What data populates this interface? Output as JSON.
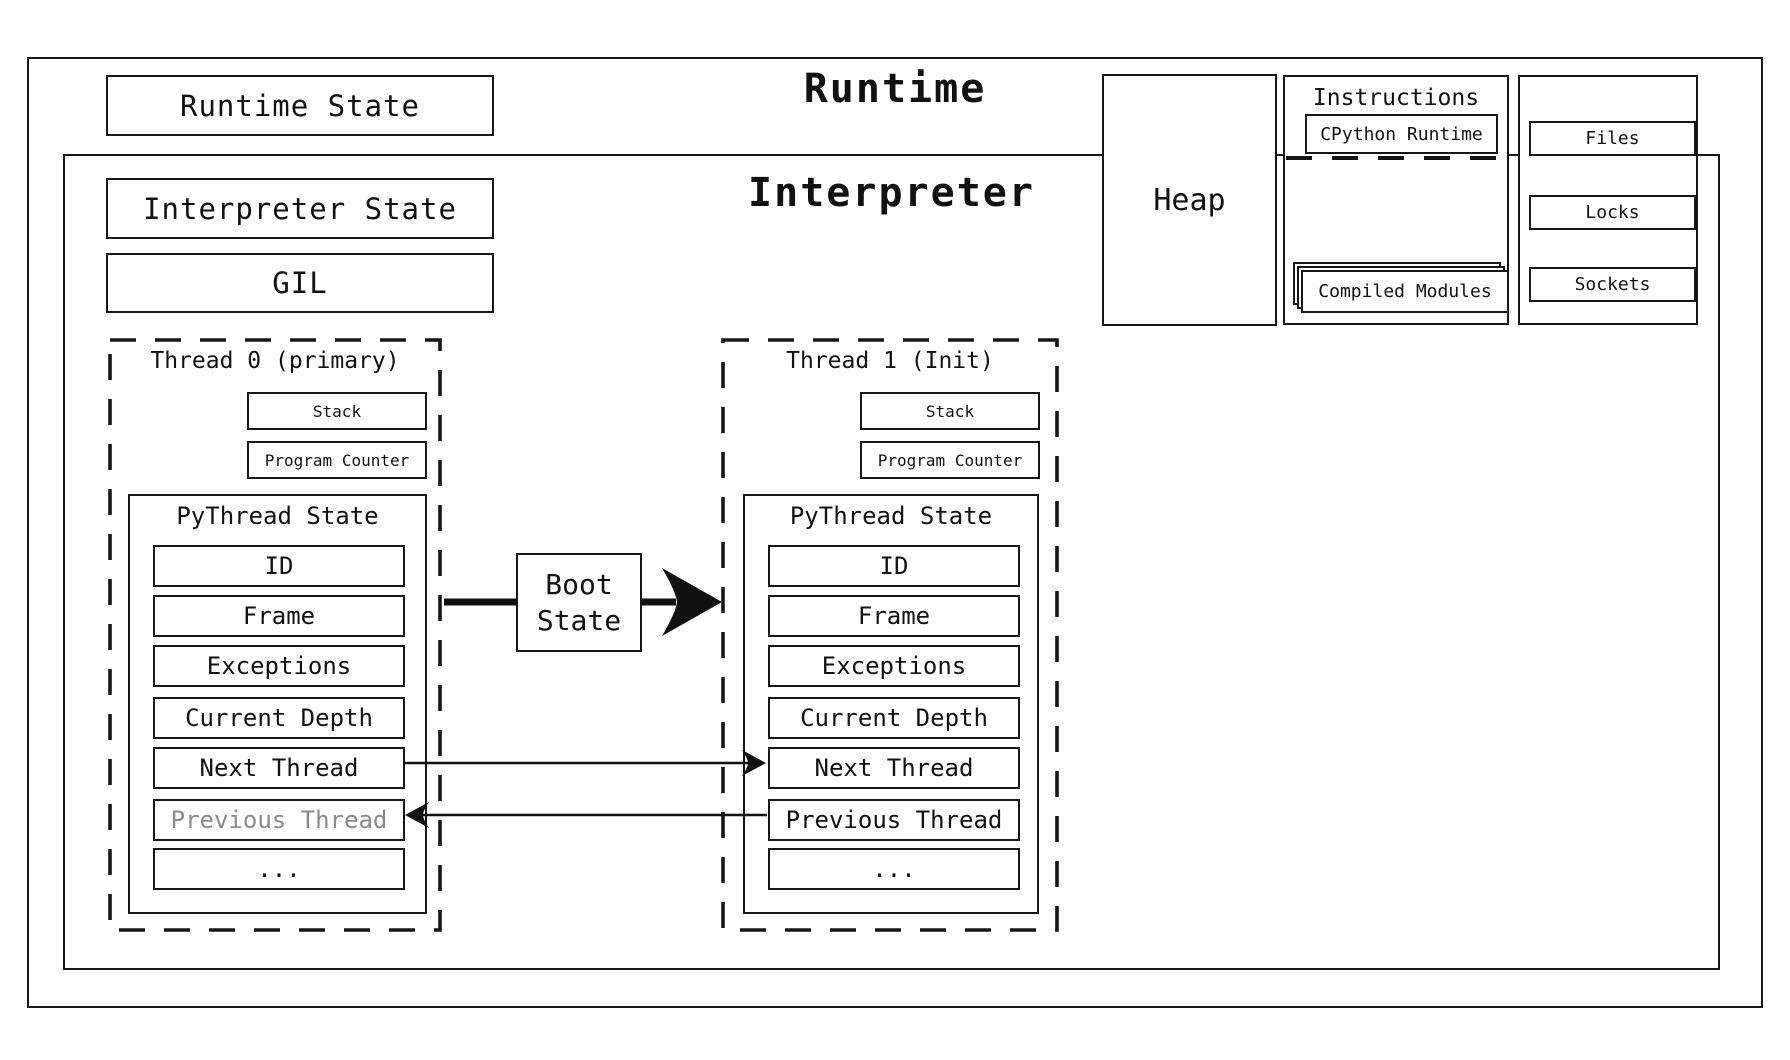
{
  "runtime": {
    "title": "Runtime",
    "state_label": "Runtime State"
  },
  "interpreter": {
    "title": "Interpreter",
    "state_label": "Interpreter State",
    "gil_label": "GIL"
  },
  "threads": [
    {
      "title": "Thread 0 (primary)",
      "stack_label": "Stack",
      "program_counter_label": "Program Counter",
      "pythread_state": {
        "title": "PyThread State",
        "rows": [
          "ID",
          "Frame",
          "Exceptions",
          "Current Depth",
          "Next Thread",
          "Previous Thread",
          "..."
        ],
        "dimmed_row": "Previous Thread"
      }
    },
    {
      "title": "Thread 1 (Init)",
      "stack_label": "Stack",
      "program_counter_label": "Program Counter",
      "pythread_state": {
        "title": "PyThread State",
        "rows": [
          "ID",
          "Frame",
          "Exceptions",
          "Current Depth",
          "Next Thread",
          "Previous Thread",
          "..."
        ]
      }
    }
  ],
  "boot_state": {
    "line1": "Boot",
    "line2": "State"
  },
  "heap": {
    "label": "Heap"
  },
  "instructions": {
    "title": "Instructions",
    "cpython_runtime_label": "CPython Runtime",
    "compiled_modules_label": "Compiled Modules"
  },
  "resources": {
    "items": [
      "Files",
      "Locks",
      "Sockets"
    ]
  },
  "arrows": {
    "boot_state_arrow": "thread0-to-thread1",
    "next_thread_arrow": "thread0-next-to-thread1",
    "previous_thread_arrow": "thread1-previous-to-thread0"
  },
  "colors": {
    "line": "#161616",
    "dimmed_text": "#8a8a8a",
    "background": "#ffffff"
  }
}
